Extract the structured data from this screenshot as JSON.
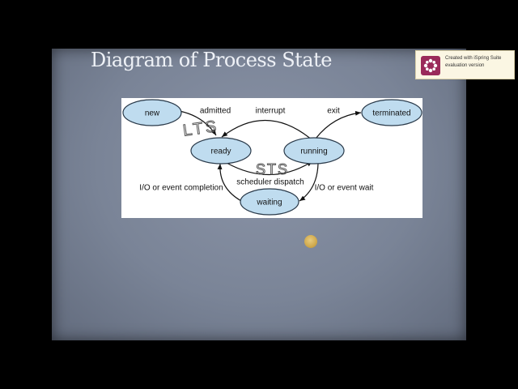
{
  "slide": {
    "title": "Diagram of Process State"
  },
  "diagram": {
    "nodes": {
      "new": "new",
      "ready": "ready",
      "running": "running",
      "terminated": "terminated",
      "waiting": "waiting"
    },
    "edges": {
      "admitted": "admitted",
      "interrupt": "interrupt",
      "exit": "exit",
      "scheduler_dispatch": "scheduler dispatch",
      "io_completion": "I/O or event completion",
      "io_wait": "I/O or event wait"
    },
    "annotations": {
      "lts": "LTS",
      "sts": "STS"
    },
    "colors": {
      "node_fill": "#bfdcef",
      "node_stroke": "#2a3a4a",
      "annotation": "#555555"
    }
  },
  "watermark": {
    "line1": "Created with iSpring Suite",
    "line2": "evaluation version",
    "icon": "ispring-logo-icon"
  }
}
